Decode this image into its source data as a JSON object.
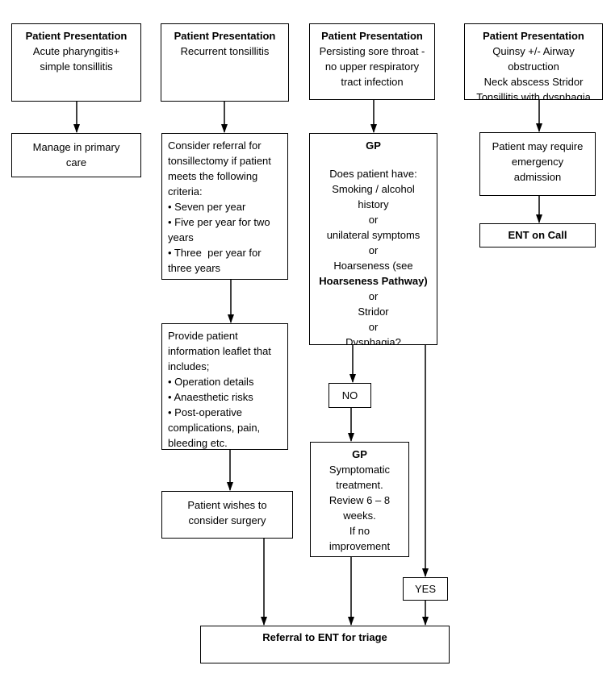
{
  "colors": {
    "background": "#ffffff",
    "border": "#000000",
    "text": "#000000",
    "arrow": "#000000"
  },
  "nodes": {
    "p1": {
      "heading": "Patient Presentation",
      "lines": [
        "Acute pharyngitis+",
        "simple tonsillitis"
      ]
    },
    "manage": {
      "lines": [
        "Manage in primary",
        "care"
      ]
    },
    "p2": {
      "heading": "Patient Presentation",
      "lines": [
        "Recurrent tonsillitis"
      ]
    },
    "consider": {
      "lines": [
        "Consider referral for",
        "tonsillectomy if patient",
        "meets the following",
        "criteria:",
        "• Seven per year",
        "• Five per year for two",
        "years",
        "• Three  per year for",
        "three years"
      ]
    },
    "provide": {
      "lines": [
        "Provide patient",
        "information leaflet that",
        "includes;",
        "• Operation details",
        "• Anaesthetic risks",
        "• Post-operative",
        "complications, pain,",
        "bleeding etc."
      ]
    },
    "wishes": {
      "lines": [
        "Patient wishes to",
        "consider surgery"
      ]
    },
    "p3": {
      "heading": "Patient Presentation",
      "lines": [
        "Persisting sore throat -",
        "no upper respiratory",
        "tract infection"
      ]
    },
    "gp_decision": {
      "heading": "GP",
      "lines": [
        "Does patient have:",
        "Smoking / alcohol",
        "history",
        "or",
        "unilateral symptoms",
        "or",
        "Hoarseness (see",
        "Hoarseness Pathway)",
        "or",
        "Stridor",
        "or",
        "Dysphagia?"
      ]
    },
    "no": {
      "label": "NO"
    },
    "gp_treat": {
      "heading": "GP",
      "lines": [
        "Symptomatic",
        "treatment.",
        "Review 6 – 8",
        "weeks.",
        "If no",
        "improvement"
      ]
    },
    "yes": {
      "label": "YES"
    },
    "p4": {
      "heading": "Patient Presentation",
      "lines": [
        "Quinsy +/- Airway",
        "obstruction",
        "Neck abscess Stridor",
        "Tonsillitis with dysphagia"
      ]
    },
    "emergency": {
      "lines": [
        "Patient may require",
        "emergency",
        "admission"
      ]
    },
    "ent_on_call": {
      "label": "ENT on Call"
    },
    "referral": {
      "label": "Referral to ENT for triage"
    }
  }
}
